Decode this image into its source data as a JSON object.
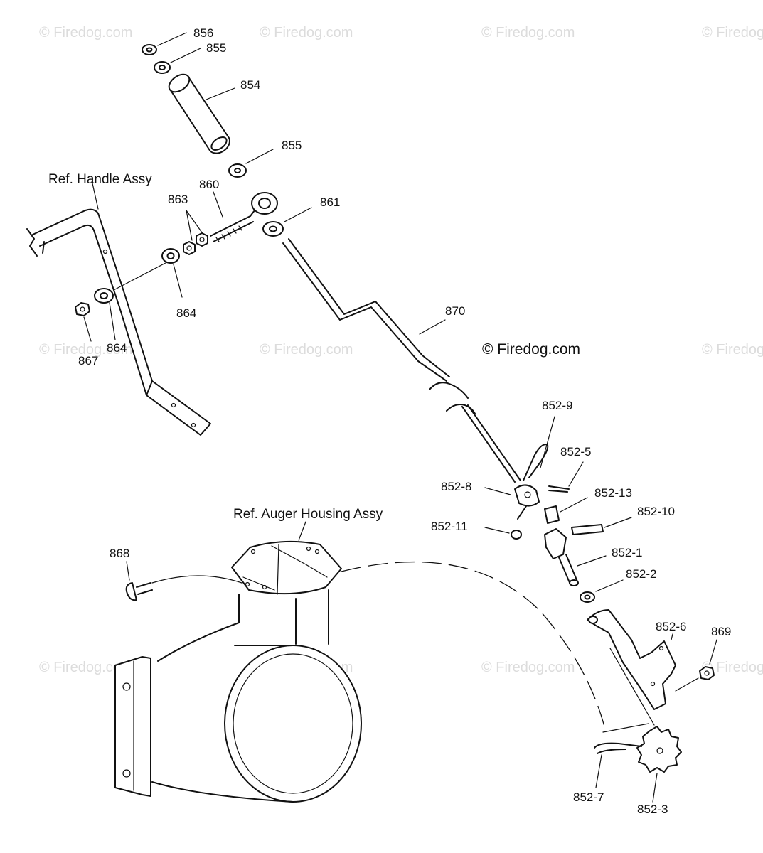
{
  "watermark": "© Firedog.com",
  "copyright": "© Firedog.com",
  "ref_labels": {
    "handle": "Ref. Handle Assy",
    "auger": "Ref. Auger Housing Assy"
  },
  "parts": [
    {
      "id": "p856",
      "text": "856"
    },
    {
      "id": "p855a",
      "text": "855"
    },
    {
      "id": "p854",
      "text": "854"
    },
    {
      "id": "p855b",
      "text": "855"
    },
    {
      "id": "p860",
      "text": "860"
    },
    {
      "id": "p863",
      "text": "863"
    },
    {
      "id": "p861",
      "text": "861"
    },
    {
      "id": "p864a",
      "text": "864"
    },
    {
      "id": "p864b",
      "text": "864"
    },
    {
      "id": "p867",
      "text": "867"
    },
    {
      "id": "p870",
      "text": "870"
    },
    {
      "id": "p852_9",
      "text": "852-9"
    },
    {
      "id": "p852_5",
      "text": "852-5"
    },
    {
      "id": "p852_8",
      "text": "852-8"
    },
    {
      "id": "p852_13",
      "text": "852-13"
    },
    {
      "id": "p852_10",
      "text": "852-10"
    },
    {
      "id": "p852_11",
      "text": "852-11"
    },
    {
      "id": "p852_1",
      "text": "852-1"
    },
    {
      "id": "p852_2",
      "text": "852-2"
    },
    {
      "id": "p868",
      "text": "868"
    },
    {
      "id": "p852_6",
      "text": "852-6"
    },
    {
      "id": "p869",
      "text": "869"
    },
    {
      "id": "p852_7",
      "text": "852-7"
    },
    {
      "id": "p852_3",
      "text": "852-3"
    }
  ]
}
